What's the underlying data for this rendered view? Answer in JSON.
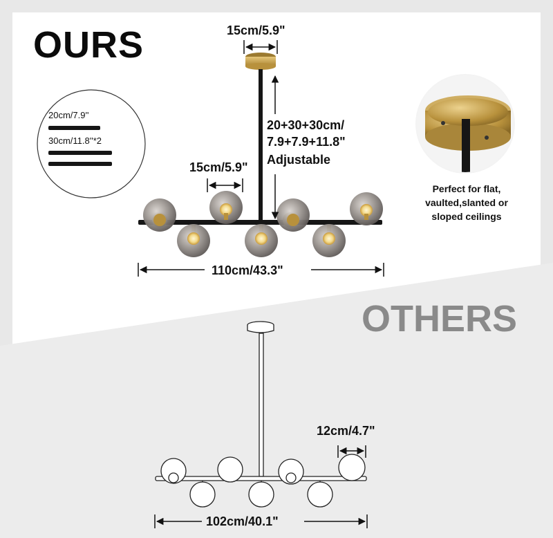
{
  "ours": {
    "title": "OURS",
    "canopy_width": "15cm/5.9\"",
    "rod_length_line1": "20+30+30cm/",
    "rod_length_line2": "7.9+7.9+11.8\"",
    "rod_length_line3": "Adjustable",
    "globe_width": "15cm/5.9\"",
    "total_width": "110cm/43.3\"",
    "rods": [
      {
        "label": "20cm/7.9''"
      },
      {
        "label": "30cm/11.8''*2"
      }
    ],
    "ceiling_note": {
      "line1": "Perfect for flat,",
      "line2": "vaulted,slanted or",
      "line3": "sloped ceilings"
    }
  },
  "others": {
    "title": "OTHERS",
    "globe_width": "12cm/4.7\"",
    "total_width": "102cm/40.1\""
  },
  "colors": {
    "brass": "#c9a349",
    "black_metal": "#161616",
    "smoke_glass": "#8f8a86",
    "grey_panel": "#ececec",
    "others_title": "#8a8a8a"
  }
}
